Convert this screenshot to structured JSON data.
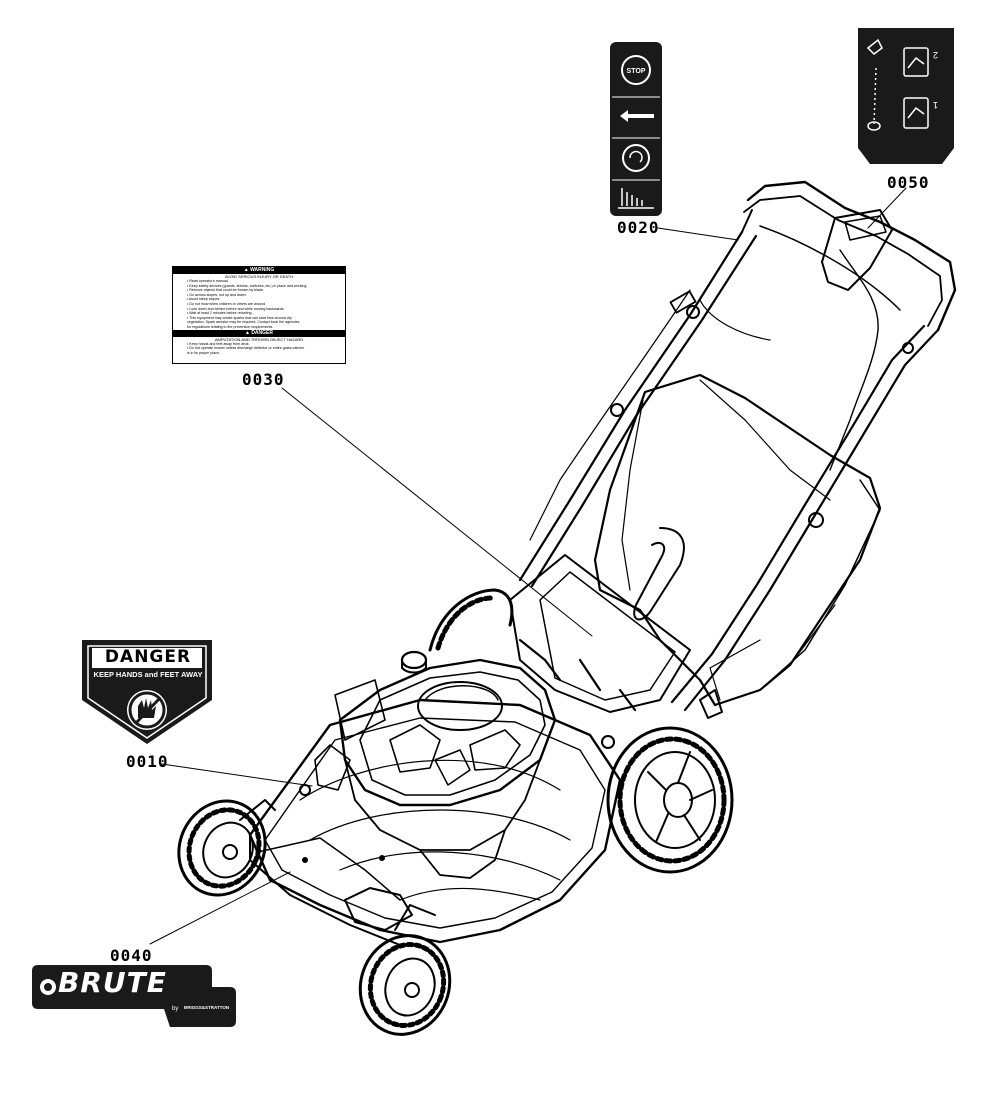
{
  "callouts": {
    "c0010": "0010",
    "c0020": "0020",
    "c0030": "0030",
    "c0040": "0040",
    "c0050": "0050"
  },
  "decal_0020": {
    "stop_text": "STOP"
  },
  "decal_0010": {
    "title": "DANGER",
    "subtitle": "KEEP HANDS and FEET AWAY"
  },
  "decal_0030": {
    "warning_title": "▲ WARNING",
    "warning_sub": "AVOID SERIOUS INJURY OR DEATH",
    "warning_items": [
      "• Read operator's manual.",
      "• Keep safety devices (guards, shields, switches, etc.) in place and working.",
      "• Remove objects that could be thrown by blade.",
      "• Go across slopes, not up and down.",
      "• Avoid steep slopes.",
      "• Do not mow when children or others are around.",
      "• Look down and behind before and while moving backwards.",
      "• Wait at least 2 minutes before refueling.",
      "• This equipment may create sparks that can start fires around dry",
      "  vegetation. Spark arrestor may be required. Contact local fire agencies",
      "  for regulations relating to fire prevention requirements."
    ],
    "danger_title": "▲ DANGER",
    "danger_sub": "AMPUTATION AND THROWN OBJECT HAZARD",
    "danger_items": [
      "• Keep hands and feet away from deck.",
      "• Do not operate mower unless discharge deflector or entire grass catcher",
      "  is in its proper place."
    ]
  },
  "decal_0040": {
    "brand": "BRUTE",
    "by": "by",
    "maker": "BRIGGS&STRATTON"
  },
  "decal_0050": {
    "step_1": "1",
    "step_2": "2"
  }
}
